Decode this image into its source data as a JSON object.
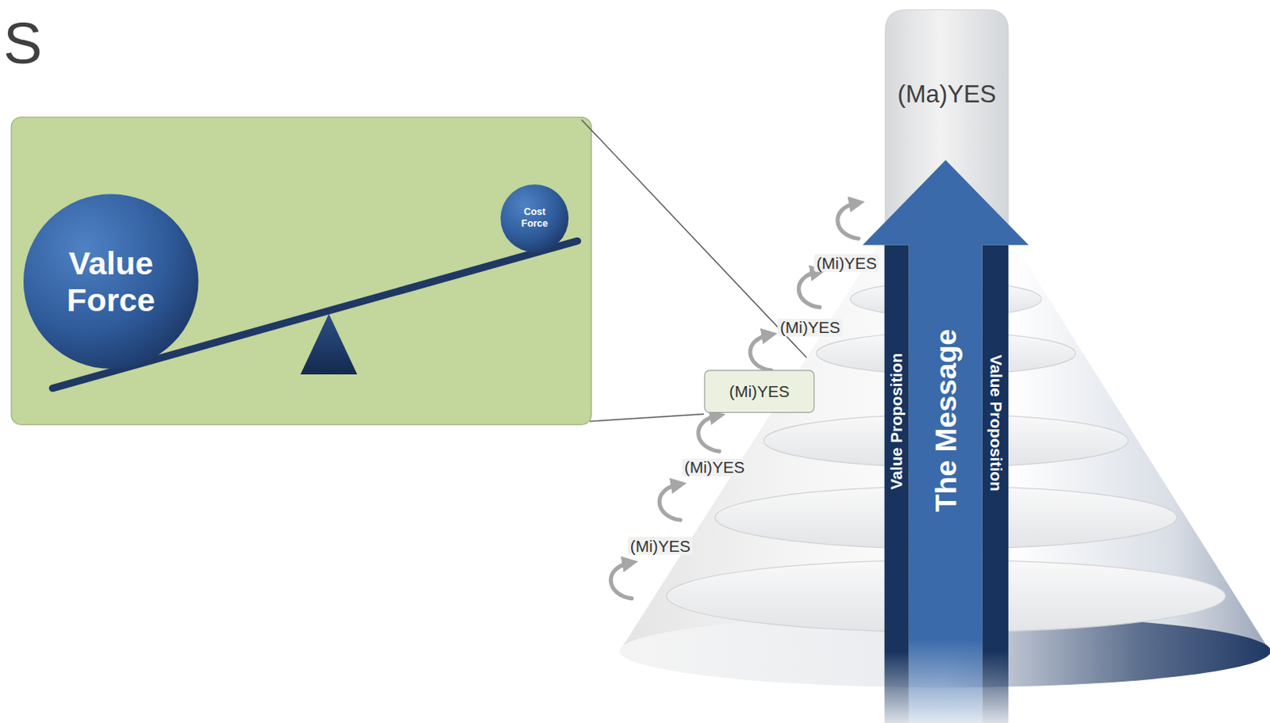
{
  "diagram": {
    "nodes": [
      {
        "text": [
          "Value Force"
        ]
      },
      {
        "text": [
          "Cost Force"
        ]
      },
      {
        "text": [
          "(Ma)YES"
        ]
      },
      {
        "text": [
          "(Mi)YES"
        ]
      },
      {
        "text": [
          "The Message"
        ]
      },
      {
        "text": [
          "Value Proposition"
        ]
      },
      {
        "text": [
          "Value Proposition"
        ]
      }
    ],
    "labels": [
      "S",
      "(Mi)YES",
      "(Mi)YES",
      "(Mi)YES",
      "(Mi)YES"
    ]
  }
}
